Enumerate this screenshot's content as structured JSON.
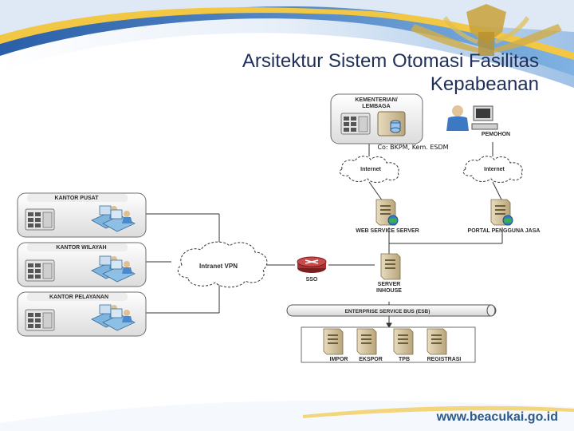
{
  "title_line1": "Arsitektur Sistem Otomasi Fasilitas",
  "title_line2": "Kepabeanan",
  "caption": "Co: BKPM, Kem. ESDM",
  "nodes": {
    "kementerian_line1": "KEMENTERIAN/",
    "kementerian_line2": "LEMBAGA",
    "pemohon": "PEMOHON",
    "internet_left": "Internet",
    "internet_right": "Internet",
    "kantor_pusat": "KANTOR PUSAT",
    "kantor_wilayah": "KANTOR WILAYAH",
    "kantor_pelayanan": "KANTOR PELAYANAN",
    "intranet_vpn": "Intranet VPN",
    "sso": "SSO",
    "web_service_server": "WEB SERVICE SERVER",
    "portal_pengguna_jasa": "PORTAL PENGGUNA JASA",
    "server_line1": "SERVER",
    "server_line2": "INHOUSE",
    "esb": "ENTERPRISE SERVICE BUS (ESB)",
    "impor": "IMPOR",
    "ekspor": "EKSPOR",
    "tpb": "TPB",
    "registrasi": "REGISTRASI"
  },
  "website": "www.beacukai.go.id",
  "colors": {
    "title": "#20305a",
    "banner_blue": "#2b67b1",
    "banner_yellow": "#f2c744",
    "url": "#2c5a8a"
  },
  "icons": [
    "emblem-icon",
    "server-icon",
    "database-icon",
    "workstation-icon",
    "user-computer-icon",
    "router-icon",
    "cloud-icon"
  ]
}
